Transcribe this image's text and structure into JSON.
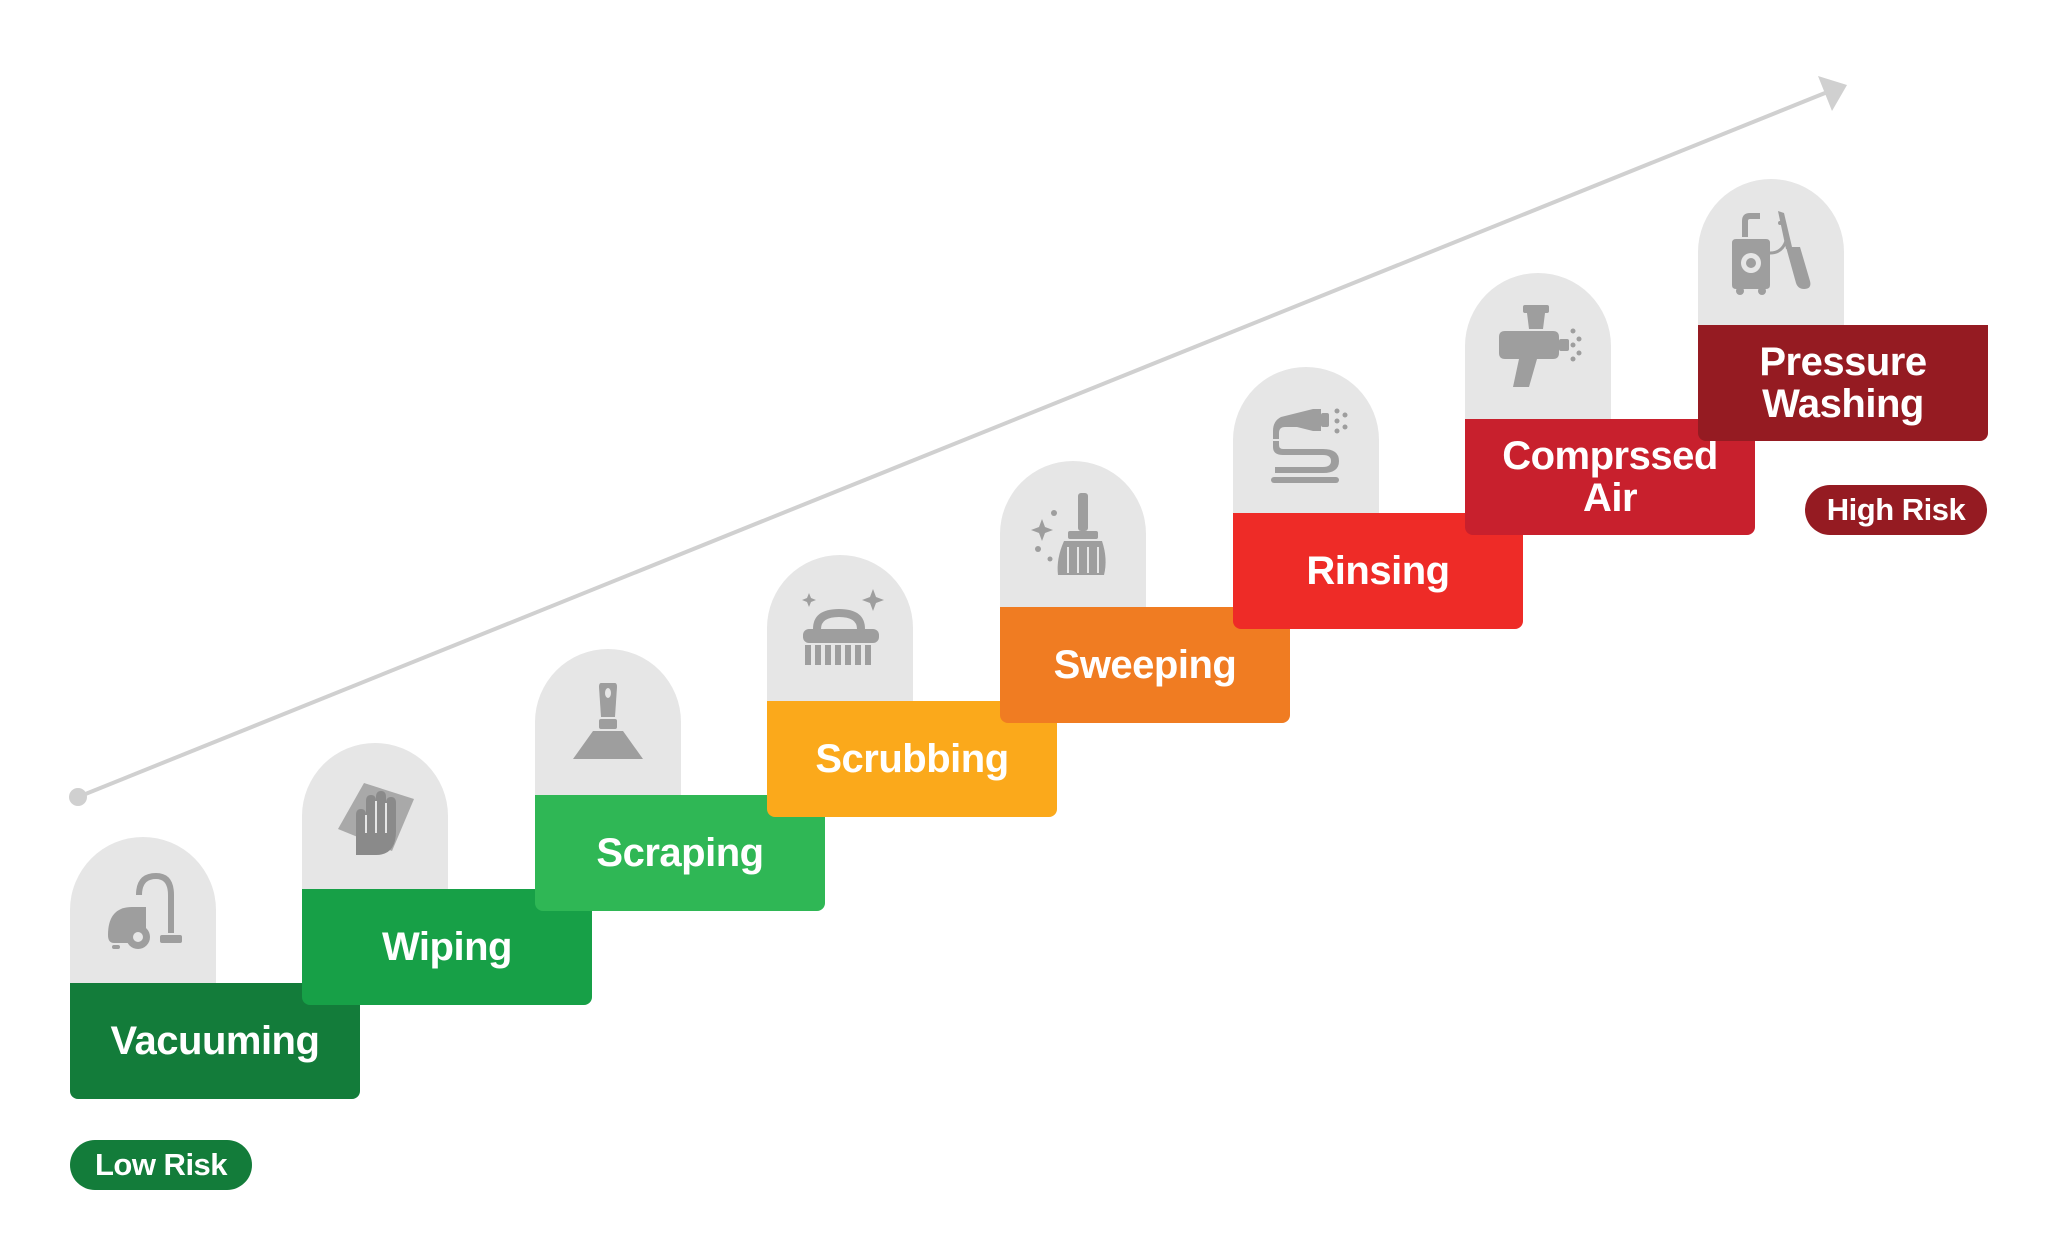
{
  "steps": [
    {
      "label": "Vacuuming",
      "color": "#137c3a",
      "icon": "vacuum-cleaner-icon"
    },
    {
      "label": "Wiping",
      "color": "#17a047",
      "icon": "wiping-hand-icon"
    },
    {
      "label": "Scraping",
      "color": "#2fb755",
      "icon": "scraper-icon"
    },
    {
      "label": "Scrubbing",
      "color": "#fba91b",
      "icon": "scrub-brush-icon"
    },
    {
      "label": "Sweeping",
      "color": "#f07c22",
      "icon": "broom-icon"
    },
    {
      "label": "Rinsing",
      "color": "#ee2b27",
      "icon": "hose-nozzle-icon"
    },
    {
      "label": "Comprssed Air",
      "color": "#c8202d",
      "icon": "air-gun-icon"
    },
    {
      "label": "Pressure Washing",
      "color": "#951b22",
      "icon": "pressure-washer-icon"
    }
  ],
  "low_risk": {
    "label": "Low Risk",
    "color": "#137c3a"
  },
  "high_risk": {
    "label": "High Risk",
    "color": "#951b22"
  },
  "arrow_color": "#d0d0d0",
  "icon_color": "#9e9e9e"
}
